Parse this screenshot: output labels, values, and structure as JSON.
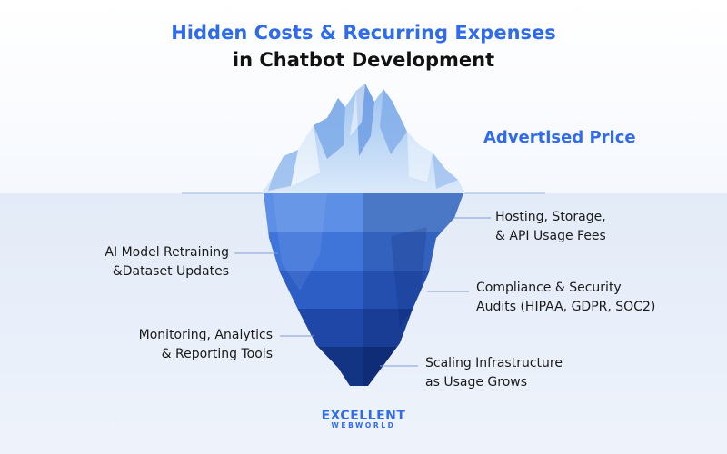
{
  "title": {
    "line1": "Hidden Costs & Recurring Expenses",
    "line2": "in Chatbot Development"
  },
  "advertised_price": "Advertised Price",
  "labels": {
    "hosting": {
      "line1": "Hosting, Storage,",
      "line2": "& API Usage Fees"
    },
    "retraining": {
      "line1": "AI Model Retraining",
      "line2": "&Dataset Updates"
    },
    "compliance": {
      "line1": "Compliance & Security",
      "line2": "Audits (HIPAA, GDPR, SOC2)"
    },
    "monitoring": {
      "line1": "Monitoring, Analytics",
      "line2": "& Reporting Tools"
    },
    "scaling": {
      "line1": "Scaling Infrastructure",
      "line2": "as Usage Grows"
    }
  },
  "logo": {
    "top": "EXCELLENT",
    "bottom": "WEBWORLD"
  },
  "colors": {
    "accent": "#2f6bea",
    "water": "#e3ebf8",
    "iceberg_light": "#5b8fe6",
    "iceberg_dark": "#10307f"
  }
}
